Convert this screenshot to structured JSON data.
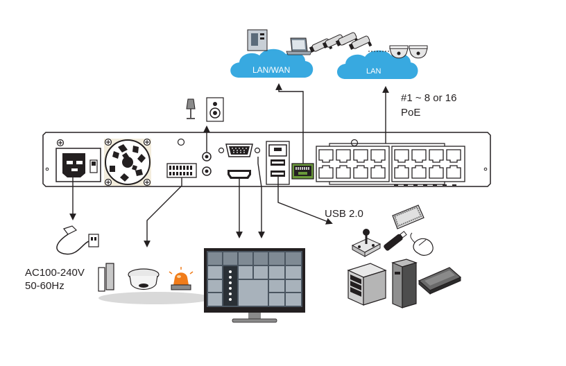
{
  "clouds": {
    "lan_wan": "LAN/WAN",
    "lan": "LAN"
  },
  "labels": {
    "poe_line1": "#1 ~ 8 or 16",
    "poe_line2": "PoE",
    "usb": "USB 2.0",
    "power_line1": "AC100-240V",
    "power_line2": "50-60Hz"
  },
  "colors": {
    "cloud": "#38a9e0",
    "outline": "#231f20",
    "rj45_green": "#6a9a3a",
    "alarm_orange": "#f07c1a"
  },
  "icons": [
    "server-icon",
    "laptop-icon",
    "bullet-camera-icon",
    "dome-camera-icon",
    "microphone-icon",
    "speaker-icon",
    "power-cord-icon",
    "door-sensor-icon",
    "smoke-detector-icon",
    "alarm-light-icon",
    "monitor-icon",
    "joystick-icon",
    "usb-stick-icon",
    "keyboard-icon",
    "mouse-icon",
    "nas-icon",
    "pc-tower-icon",
    "external-hdd-icon"
  ]
}
